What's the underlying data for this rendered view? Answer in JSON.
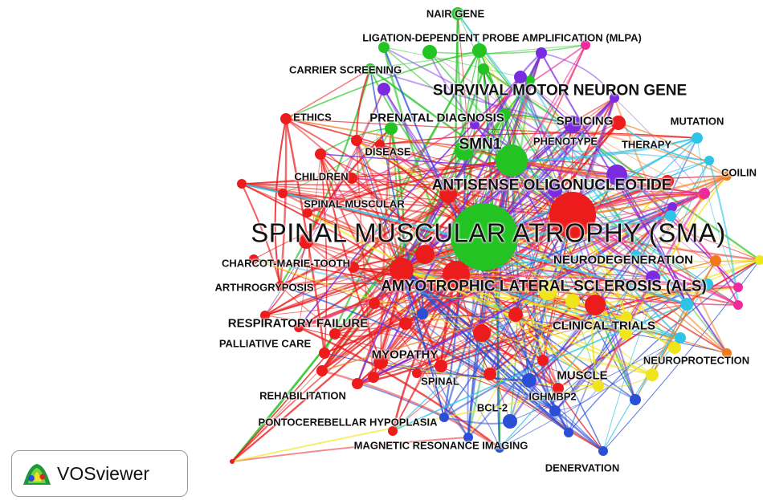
{
  "app": {
    "logo_text": "VOSviewer"
  },
  "clusters": {
    "red": "#ec1c1c",
    "green": "#22c322",
    "blue": "#2a4fd6",
    "yellow": "#f0e41a",
    "purple": "#7a2be0",
    "cyan": "#2ec4e8",
    "orange": "#f07a1a",
    "magenta": "#ee2a9c"
  },
  "labels": {
    "nair_gene": "NAIR GENE",
    "mlpa": "LIGATION-DEPENDENT PROBE AMPLIFICATION (MLPA)",
    "carrier_screening": "CARRIER SCREENING",
    "smn_gene": "SURVIVAL MOTOR NEURON GENE",
    "ethics": "ETHICS",
    "prenatal_diagnosis": "PRENATAL DIAGNOSIS",
    "splicing": "SPLICING",
    "mutation": "MUTATION",
    "disease": "DISEASE",
    "smn1": "SMN1",
    "phenotype": "PHENOTYPE",
    "therapy": "THERAPY",
    "coilin": "COILIN",
    "children": "CHILDREN",
    "antisense": "ANTISENSE OLIGONUCLEOTIDE",
    "spinal_muscular": "SPINAL MUSCULAR",
    "sma": "SPINAL MUSCULAR ATROPHY (SMA)",
    "neurodegeneration": "NEURODEGENERATION",
    "cmt": "CHARCOT-MARIE-TOOTH",
    "arthrogryposis": "ARTHROGRYPOSIS",
    "als": "AMYOTROPHIC LATERAL SCLEROSIS (ALS)",
    "respiratory_failure": "RESPIRATORY FAILURE",
    "clinical_trials": "CLINICAL TRIALS",
    "palliative_care": "PALLIATIVE CARE",
    "myopathy": "MYOPATHY",
    "neuroprotection": "NEUROPROTECTION",
    "muscle": "MUSCLE",
    "spinal": "SPINAL",
    "rehabilitation": "REHABILITATION",
    "ighmbp2": "IGHMBP2",
    "bcl2": "BCL-2",
    "pch": "PONTOCEREBELLAR HYPOPLASIA",
    "mri": "MAGNETIC RESONANCE IMAGING",
    "denervation": "DENERVATION"
  }
}
